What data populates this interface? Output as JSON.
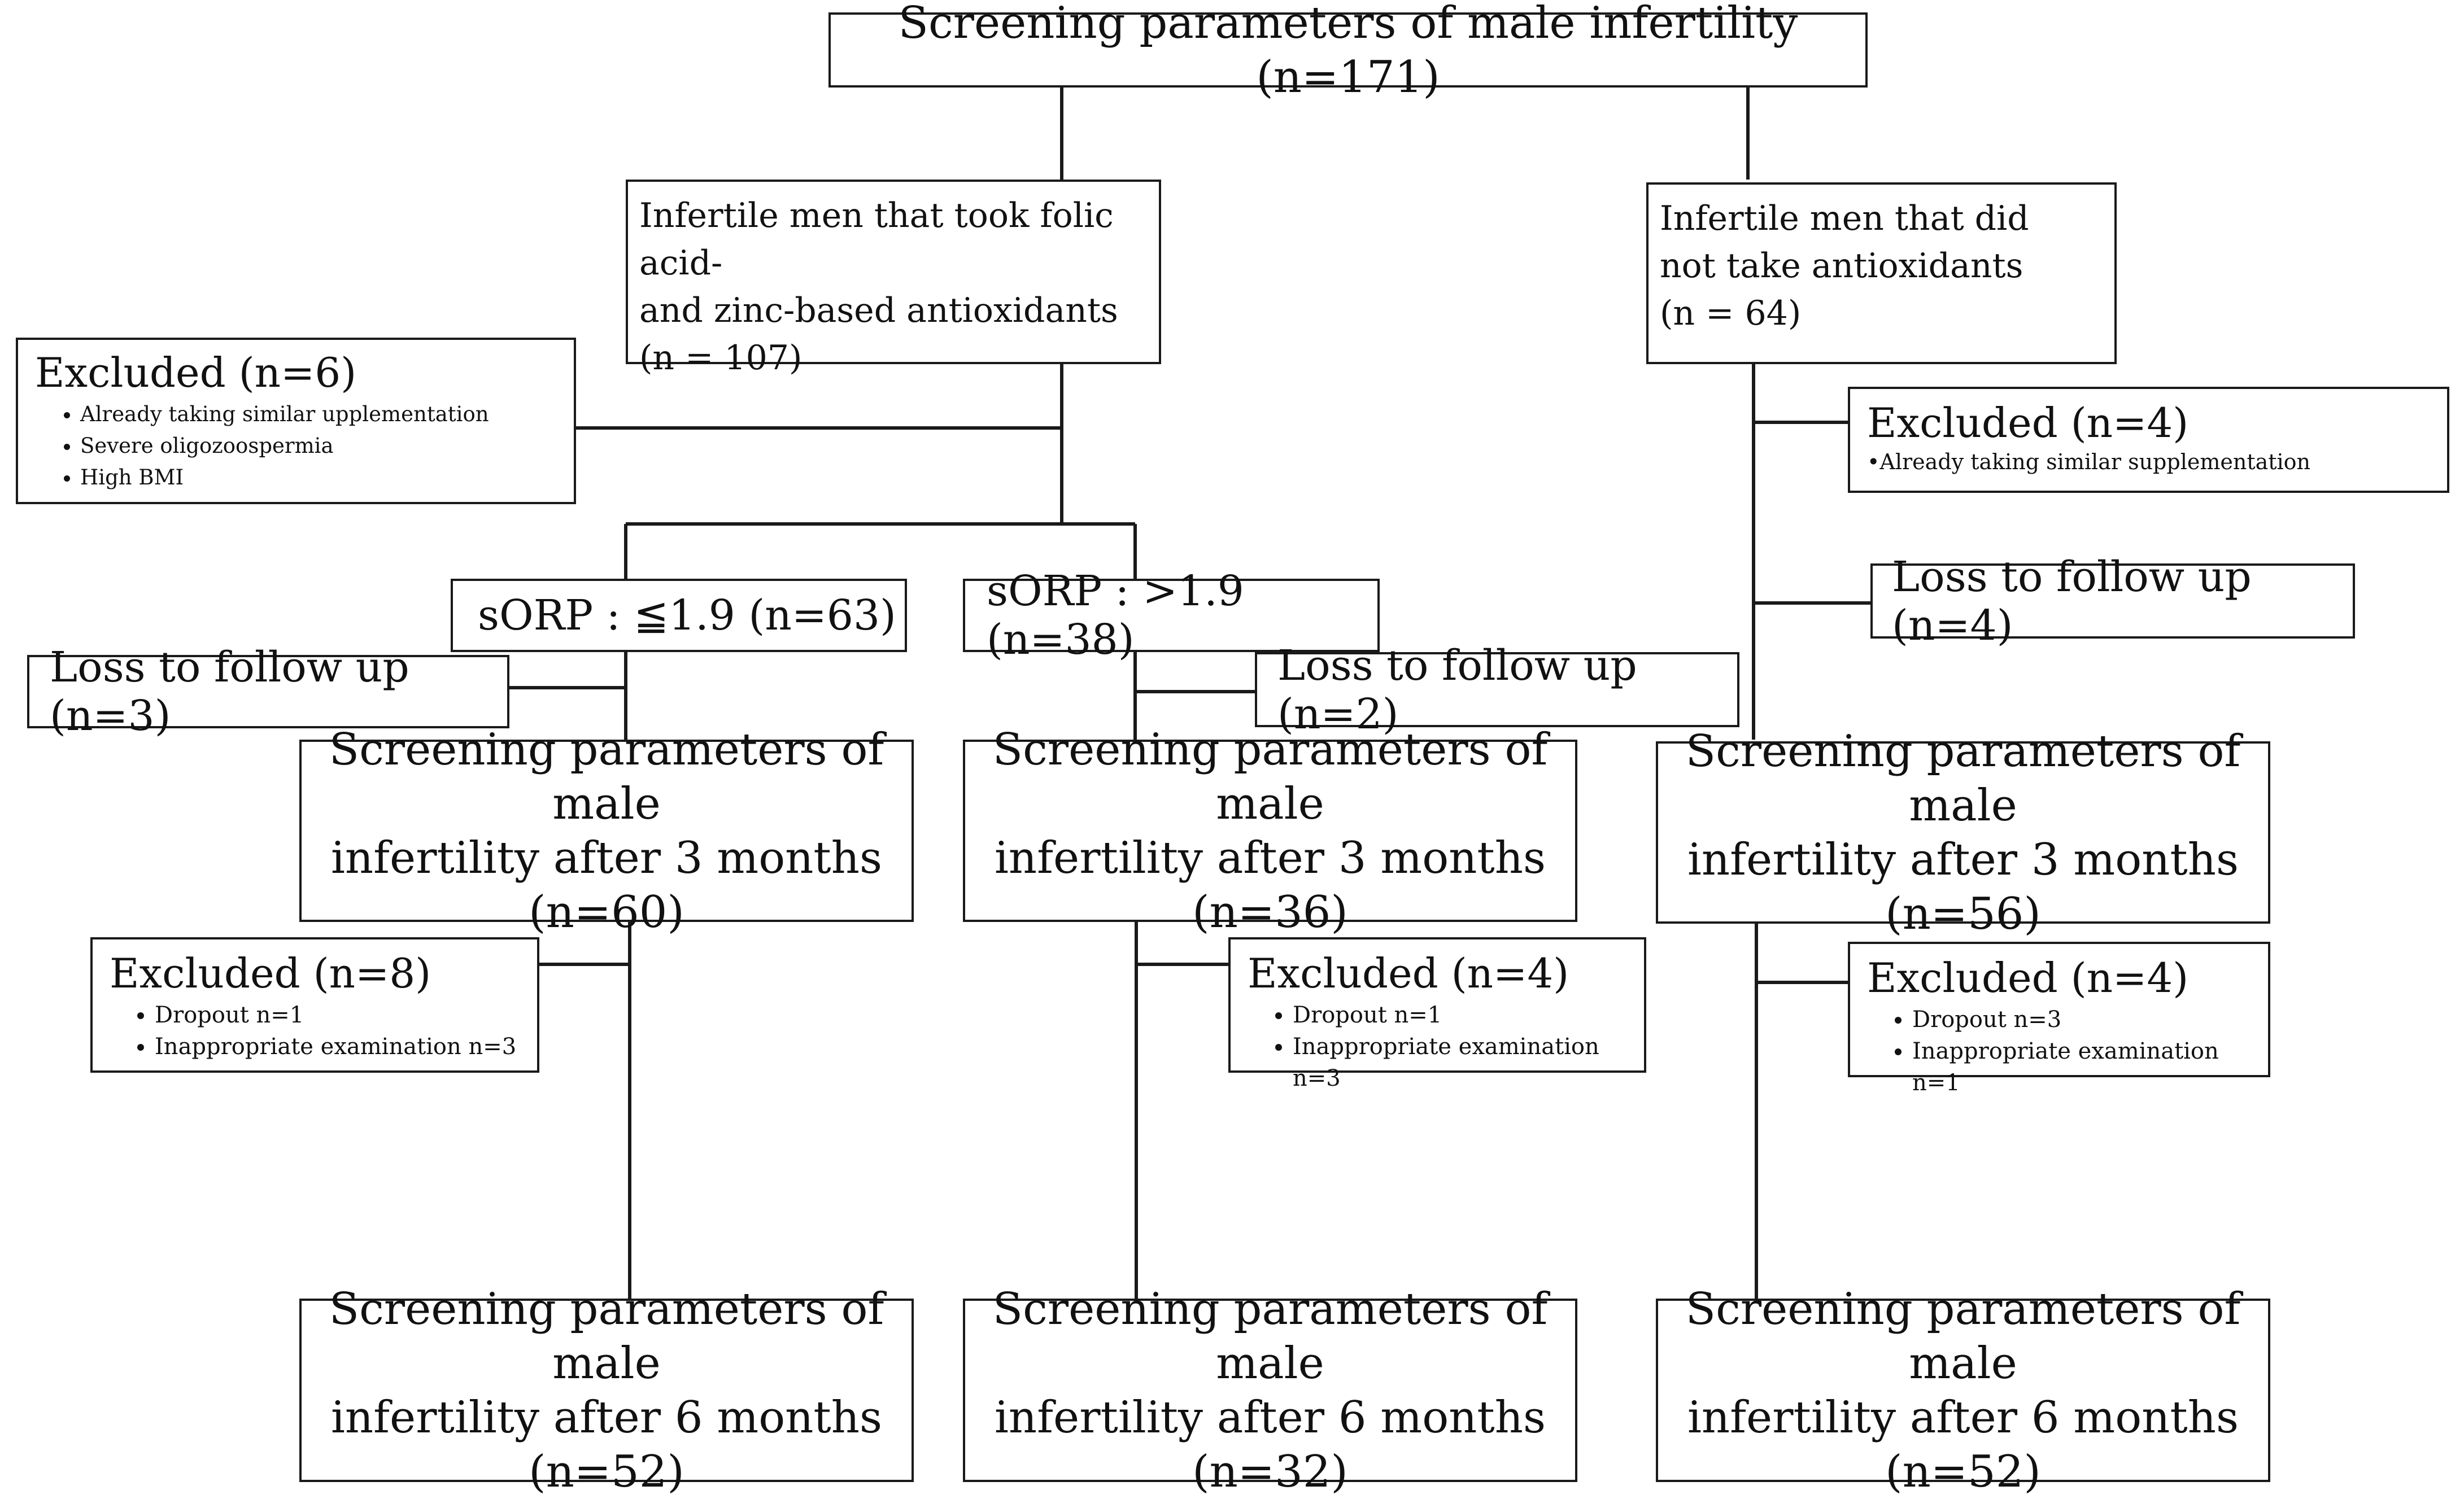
{
  "top": {
    "label": "Screening parameters of male infertility (n=171)"
  },
  "left_arm": {
    "line1": "Infertile men that took folic acid-",
    "line2": "and zinc-based antioxidants",
    "line3": "(n = 107)"
  },
  "right_arm": {
    "line1": "Infertile men that did",
    "line2": "not take antioxidants",
    "line3": "(n = 64)"
  },
  "excluded_left": {
    "title": "Excluded (n=6)",
    "items": [
      "Already taking similar upplementation",
      "Severe oligozoospermia",
      "High BMI"
    ]
  },
  "excluded_right": {
    "title": "Excluded (n=4)",
    "item": "•Already taking similar supplementation"
  },
  "loss_right": {
    "label": "Loss to follow up (n=4)"
  },
  "sorp_low": {
    "label": "sORP : ≦1.9 (n=63)"
  },
  "sorp_high": {
    "label": "sORP : >1.9 (n=38)"
  },
  "loss_low": {
    "label": "Loss to follow up (n=3)"
  },
  "loss_high": {
    "label": "Loss to follow up (n=2)"
  },
  "m3_a": {
    "line1": "Screening parameters of male",
    "line2": "infertility after 3 months",
    "line3": "(n=60)"
  },
  "m3_b": {
    "line1": "Screening parameters of male",
    "line2": "infertility after 3 months",
    "line3": "(n=36)"
  },
  "m3_c": {
    "line1": "Screening parameters of male",
    "line2": "infertility after 3 months",
    "line3": "(n=56)"
  },
  "excluded_a": {
    "title": "Excluded (n=8)",
    "items": [
      "Dropout n=1",
      "Inappropriate examination n=3"
    ]
  },
  "excluded_b": {
    "title": "Excluded (n=4)",
    "items": [
      "Dropout n=1",
      "Inappropriate examination n=3"
    ]
  },
  "excluded_c": {
    "title": "Excluded (n=4)",
    "items": [
      "Dropout n=3",
      "Inappropriate examination n=1"
    ]
  },
  "m6_a": {
    "line1": "Screening parameters of male",
    "line2": "infertility after 6 months",
    "line3": "(n=52)"
  },
  "m6_b": {
    "line1": "Screening parameters of male",
    "line2": "infertility after 6 months",
    "line3": "(n=32)"
  },
  "m6_c": {
    "line1": "Screening parameters of male",
    "line2": "infertility after 6 months",
    "line3": "(n=52)"
  },
  "colors": {
    "line": "#1a1a1a",
    "text": "#111111",
    "background": "#ffffff"
  }
}
